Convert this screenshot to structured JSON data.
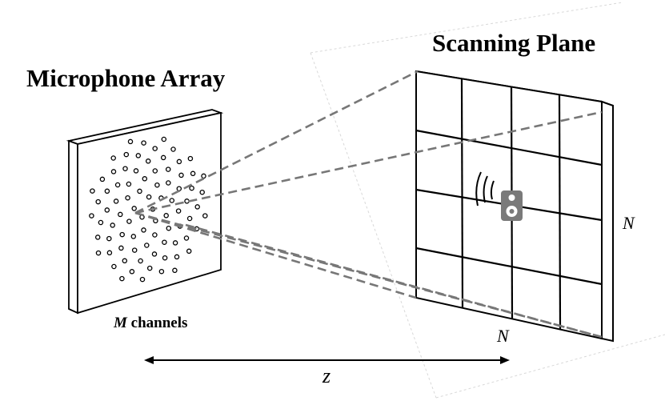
{
  "titles": {
    "microphone_array": "Microphone Array",
    "scanning_plane": "Scanning Plane"
  },
  "labels": {
    "channels_var": "M",
    "channels_text": " channels",
    "grid_n_vertical": "N",
    "grid_n_horizontal": "N",
    "distance": "z"
  },
  "scanning_grid": {
    "rows": 4,
    "cols": 4
  },
  "source": {
    "icon": "speaker-icon",
    "sound_waves_icon": "sound-waves-icon"
  },
  "colors": {
    "line": "#000000",
    "dash": "#777777",
    "speaker": "#7a7a7a",
    "faint": "#d6d6d6"
  }
}
